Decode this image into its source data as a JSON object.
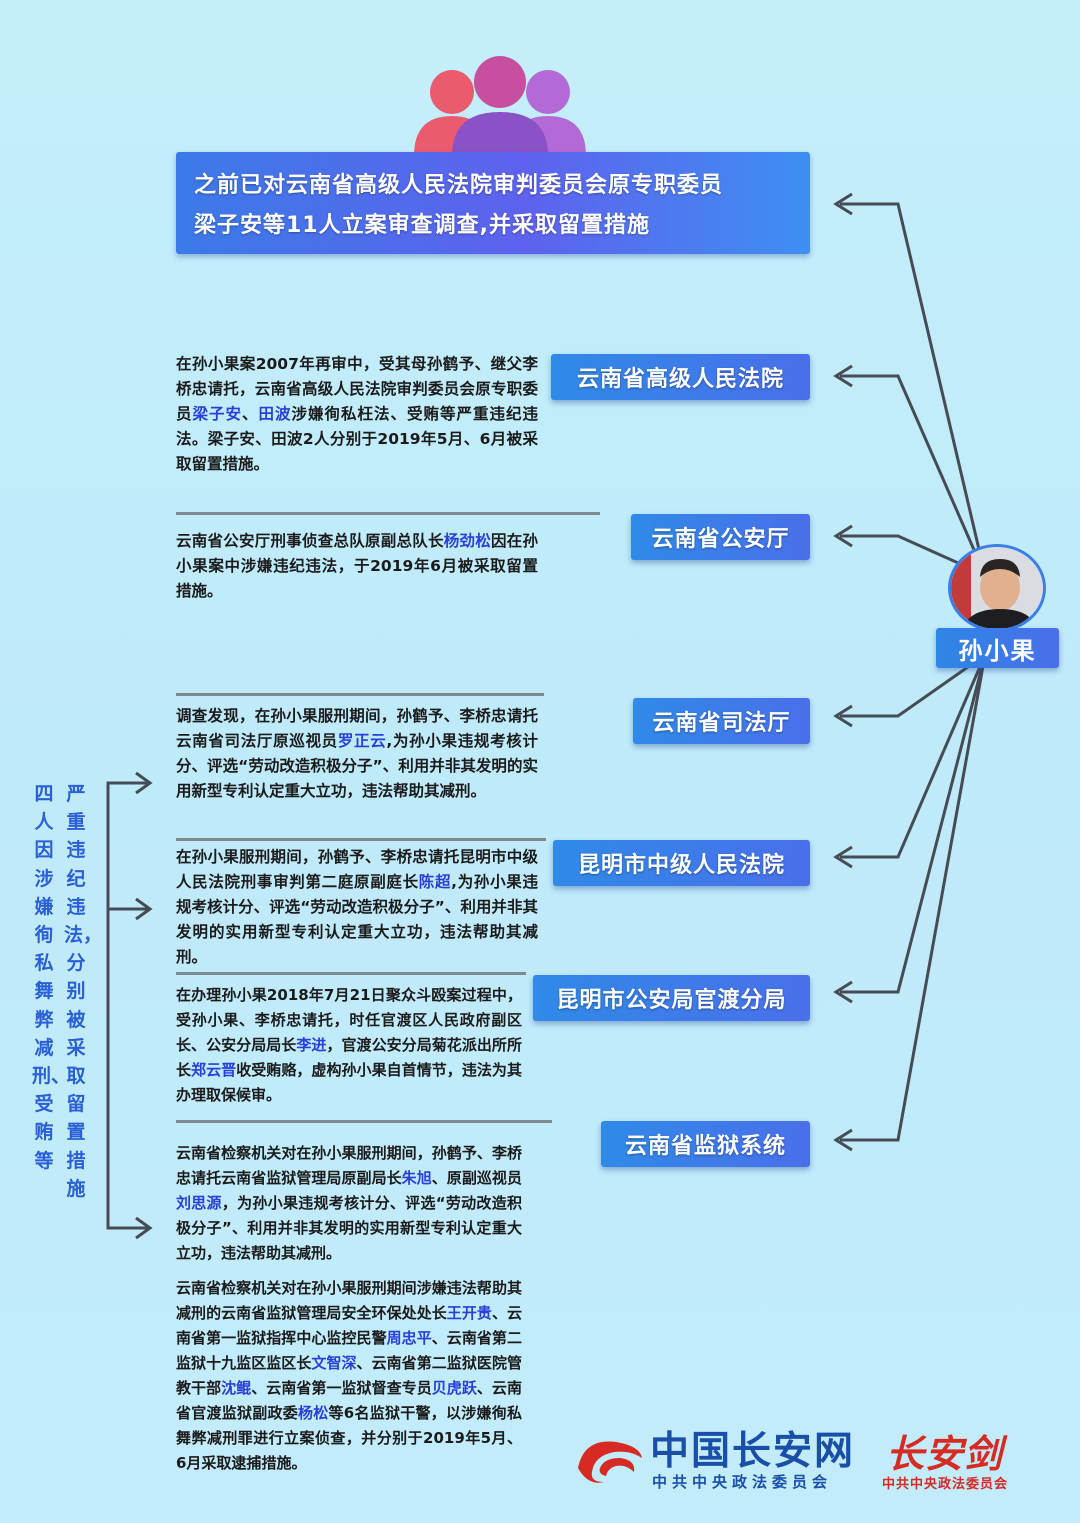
{
  "header": {
    "line1": "之前已对云南省高级人民法院审判委员会原专职委员",
    "line2": "梁子安等11人立案审查调查,并采取留置措施"
  },
  "person": {
    "name": "孙小果"
  },
  "orgs": {
    "high_court": "云南省高级人民法院",
    "public_security": "云南省公安厅",
    "justice": "云南省司法厅",
    "kunming_court": "昆明市中级人民法院",
    "guandu_police": "昆明市公安局官渡分局",
    "prison": "云南省监狱系统"
  },
  "sections": {
    "high_court": {
      "p1": "在孙小果案2007年再审中，受其母孙鹤予、继父李桥忠请托，云南省高级人民法院审判委员会原专职委员",
      "n1": "梁子安",
      "p2": "、",
      "n2": "田波",
      "p3": "涉嫌徇私枉法、受贿等严重违纪违法。梁子安、田波2人分别于2019年5月、6月被采取留置措施。"
    },
    "public_security": {
      "p1": "云南省公安厅刑事侦查总队原副总队长",
      "n1": "杨劲松",
      "p2": "因在孙小果案中涉嫌违纪违法，于2019年6月被采取留置措施。"
    },
    "justice": {
      "p1": "调查发现，在孙小果服刑期间，孙鹤予、李桥忠请托云南省司法厅原巡视员",
      "n1": "罗正云",
      "p2": ",为孙小果违规考核计分、评选“劳动改造积极分子”、利用并非其发明的实用新型专利认定重大立功，违法帮助其减刑。"
    },
    "kunming_court": {
      "p1": "在孙小果服刑期间，孙鹤予、李桥忠请托昆明市中级人民法院刑事审判第二庭原副庭长",
      "n1": "陈超",
      "p2": ",为孙小果违规考核计分、评选“劳动改造积极分子”、利用并非其发明的实用新型专利认定重大立功，违法帮助其减刑。"
    },
    "guandu_police": {
      "p1": "在办理孙小果2018年7月21日聚众斗殴案过程中，受孙小果、李桥忠请托，时任官渡区人民政府副区长、公安分局局长",
      "n1": "李进",
      "p2": "，官渡公安分局菊花派出所所长",
      "n2": "郑云晋",
      "p3": "收受贿赂，虚构孙小果自首情节，违法为其办理取保候审。"
    },
    "prison_a": {
      "p1": "云南省检察机关对在孙小果服刑期间，孙鹤予、李桥忠请托云南省监狱管理局原副局长",
      "n1": "朱旭",
      "p2": "、原副巡视员",
      "n2": "刘思源",
      "p3": "，为孙小果违规考核计分、评选“劳动改造积极分子”、利用并非其发明的实用新型专利认定重大立功，违法帮助其减刑。"
    },
    "prison_b": {
      "p1": "云南省检察机关对在孙小果服刑期间涉嫌违法帮助其减刑的云南省监狱管理局安全环保处处长",
      "n1": "王开贵",
      "p2": "、云南省第一监狱指挥中心监控民警",
      "n2": "周忠平",
      "p3": "、云南省第二监狱十九监区监区长",
      "n3": "文智深",
      "p4": "、云南省第二监狱医院管教干部",
      "n4": "沈鲲",
      "p5": "、云南省第一监狱督查专员",
      "n5": "贝虎跃",
      "p6": "、云南省官渡监狱副政委",
      "n6": "杨松",
      "p7": "等6名监狱干警，以涉嫌徇私舞弊减刑罪进行立案侦查，并分别于2019年5月、6月采取逮捕措施。"
    }
  },
  "side_note": {
    "col_right": "严重违纪违法，分别被采取留置措施",
    "col_left": "四人因涉嫌徇私舞弊减刑、受贿等"
  },
  "footer": {
    "logo_main": "中国长安网",
    "logo_sub": "中共中央政法委员会",
    "seal_main": "长安剑",
    "seal_sub": "中共中央政法委员会"
  },
  "colors": {
    "background": "#c2ecfa",
    "banner": "#5e62ee",
    "tag": "#3a7de8",
    "highlight": "#2a3fd8",
    "logo_red": "#d62a22",
    "logo_blue": "#1a4fa8"
  }
}
